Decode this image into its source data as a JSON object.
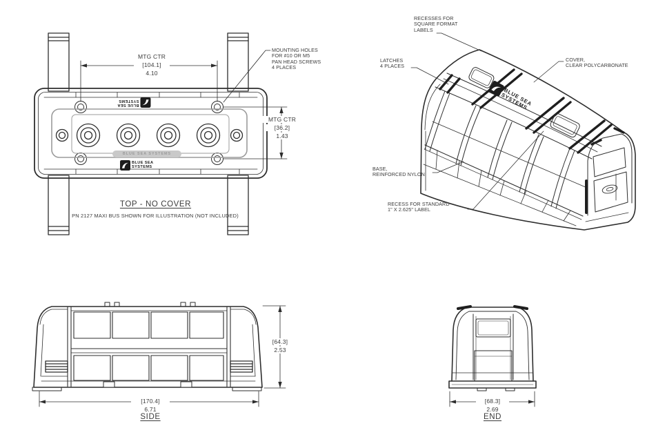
{
  "meta": {
    "bg": "#ffffff",
    "line_color": "#2d2d2d",
    "gray_line_color": "#9b9b9b",
    "band_color": "#1f1f1f"
  },
  "brand": {
    "line1": "BLUE SEA",
    "line2": "SYSTEMS",
    "watermark": "BLUE SEA SYSTEMS"
  },
  "top_view": {
    "title": "TOP - NO COVER",
    "subtitle": "PN 2127 MAXI BUS SHOWN FOR ILLUSTRATION (NOT INCLUDED)",
    "dim_mtg_h": {
      "label": "MTG CTR",
      "mm": "[104.1]",
      "inch": "4.10"
    },
    "dim_mtg_v": {
      "label": "MTG CTR",
      "mm": "[36.2]",
      "inch": "1.43"
    },
    "note_mounting": "MOUNTING HOLES\nFOR #10 OR M5\nPAN HEAD SCREWS\n4 PLACES"
  },
  "iso_view": {
    "note_recesses": "RECESSES FOR\nSQUARE FORMAT\nLABELS",
    "note_latches": "LATCHES\n4 PLACES",
    "note_cover": "COVER,\nCLEAR POLYCARBONATE",
    "note_base": "BASE,\nREINFORCED NYLON",
    "note_recess_label": "RECESS FOR STANDARD\n1\" X 2.625\" LABEL"
  },
  "side_view": {
    "title": "SIDE",
    "dim_height": {
      "mm": "[64.3]",
      "inch": "2.53"
    },
    "dim_width": {
      "mm": "[170.4]",
      "inch": "6.71"
    }
  },
  "end_view": {
    "title": "END",
    "dim_width": {
      "mm": "[68.3]",
      "inch": "2.69"
    }
  }
}
